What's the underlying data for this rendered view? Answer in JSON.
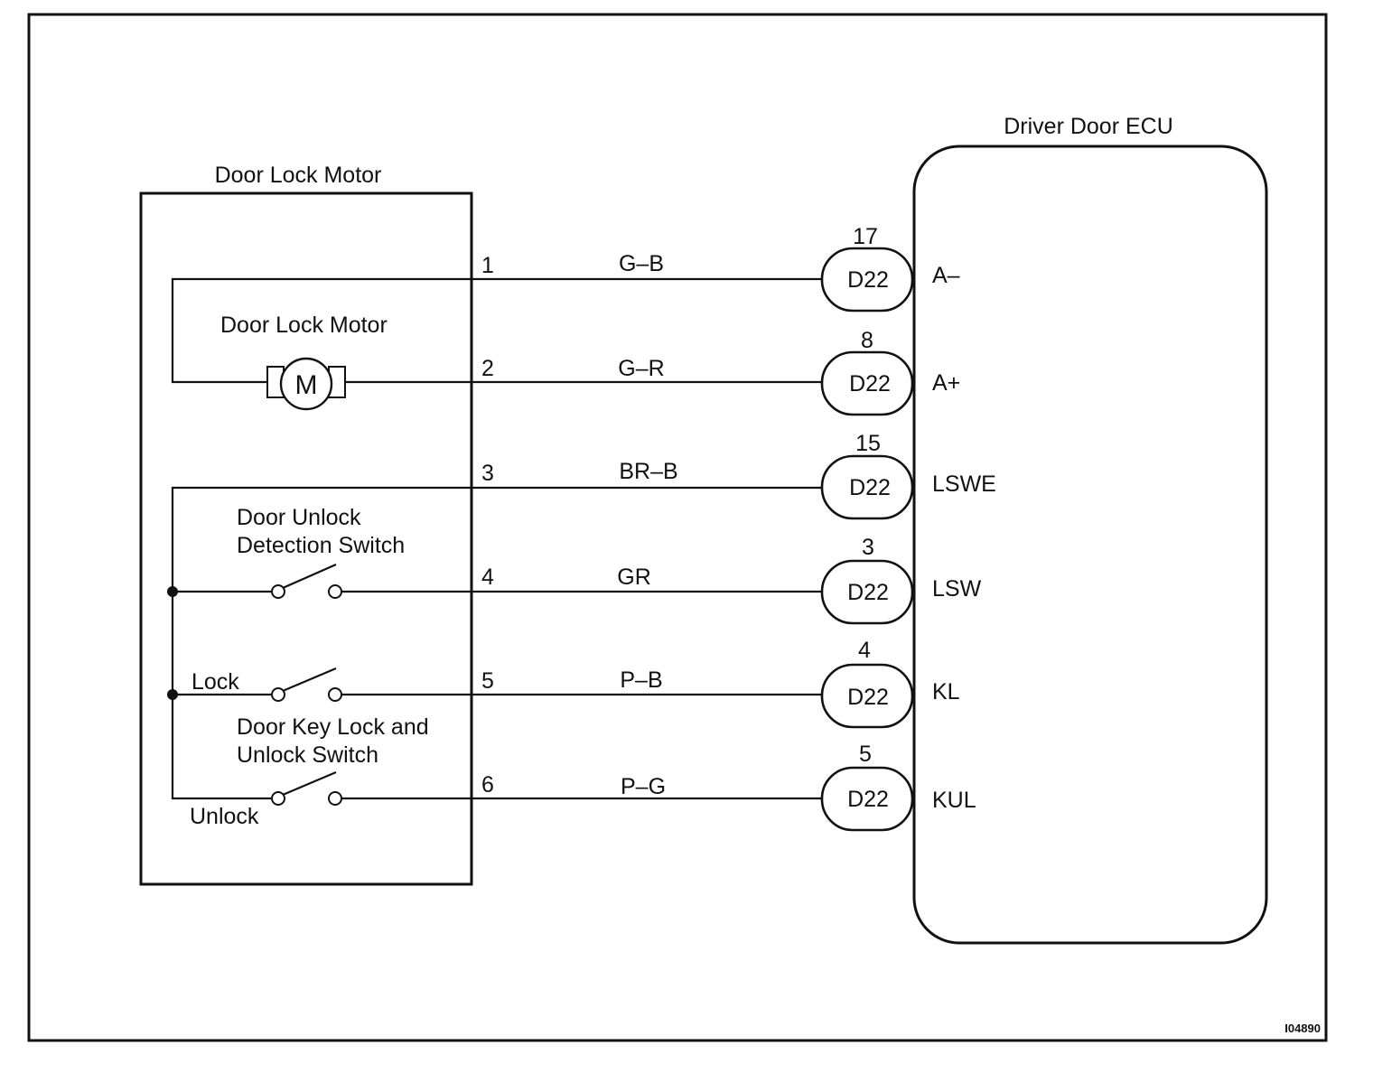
{
  "figure_id": "I04890",
  "door_lock_motor": {
    "title": "Door Lock Motor",
    "motor_label": "Door Lock Motor",
    "motor_symbol": "M",
    "unlock_detection_switch_label": [
      "Door Unlock",
      "Detection Switch"
    ],
    "key_switch_label": [
      "Door Key Lock and",
      "Unlock Switch"
    ],
    "lock_label": "Lock",
    "unlock_label": "Unlock"
  },
  "ecu": {
    "title": "Driver Door ECU"
  },
  "wires": [
    {
      "pin": "1",
      "color": "G–B",
      "connector": "D22",
      "ecu_pin": "17",
      "terminal": "A–"
    },
    {
      "pin": "2",
      "color": "G–R",
      "connector": "D22",
      "ecu_pin": "8",
      "terminal": "A+"
    },
    {
      "pin": "3",
      "color": "BR–B",
      "connector": "D22",
      "ecu_pin": "15",
      "terminal": "LSWE"
    },
    {
      "pin": "4",
      "color": "GR",
      "connector": "D22",
      "ecu_pin": "3",
      "terminal": "LSW"
    },
    {
      "pin": "5",
      "color": "P–B",
      "connector": "D22",
      "ecu_pin": "4",
      "terminal": "KL"
    },
    {
      "pin": "6",
      "color": "P–G",
      "connector": "D22",
      "ecu_pin": "5",
      "terminal": "KUL"
    }
  ]
}
